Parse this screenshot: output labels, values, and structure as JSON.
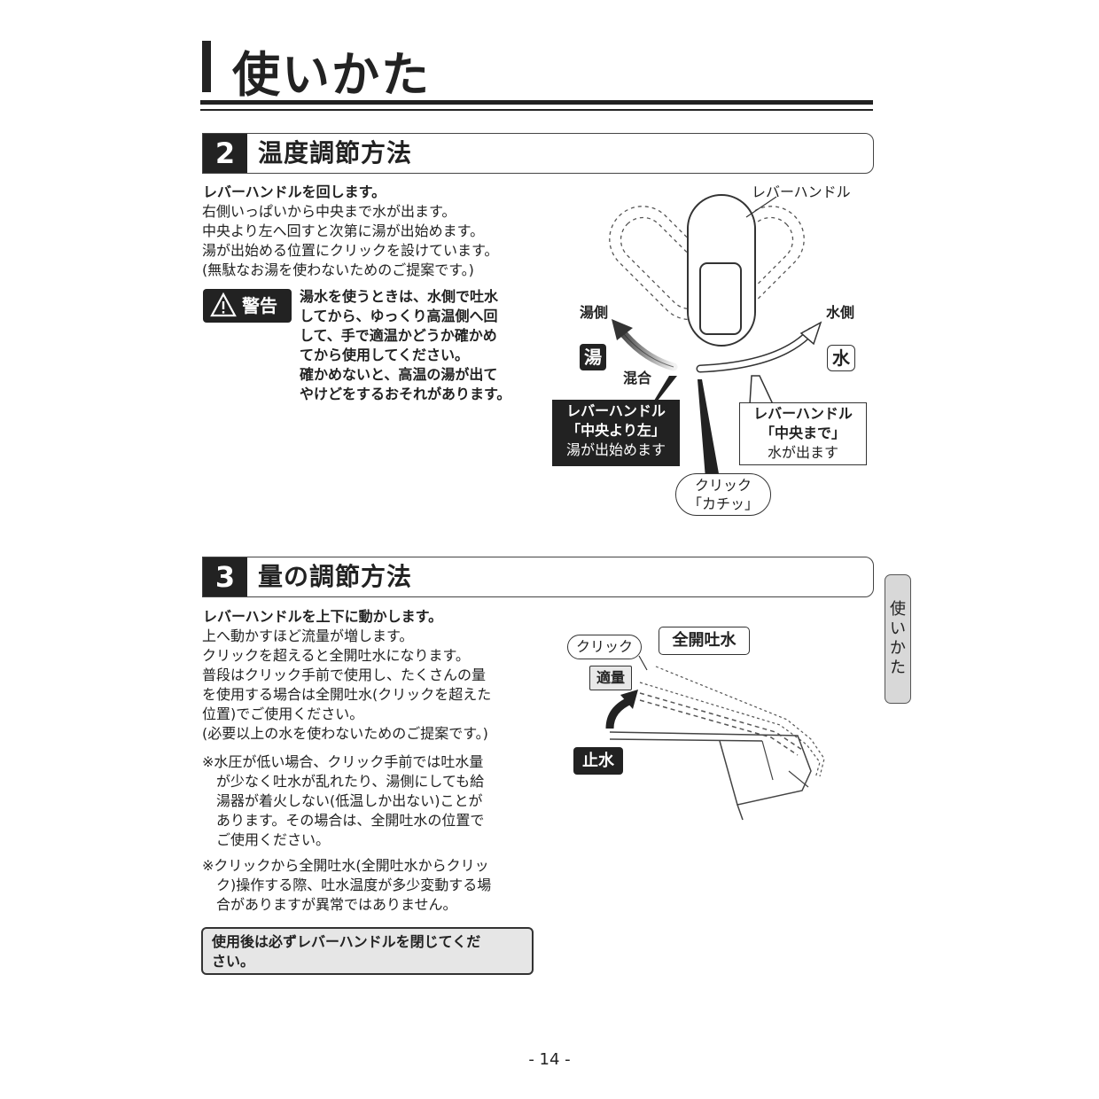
{
  "page": {
    "title": "使いかた",
    "number": "- 14 -",
    "side_tab": [
      "使",
      "い",
      "か",
      "た"
    ]
  },
  "section2": {
    "number": "2",
    "title": "温度調節方法",
    "lead": "レバーハンドルを回します。",
    "body": [
      "右側いっぱいから中央まで水が出ます。",
      "中央より左へ回すと次第に湯が出始めます。",
      "湯が出始める位置にクリックを設けています。",
      "(無駄なお湯を使わないためのご提案です。)"
    ],
    "warning_label": "警告",
    "warning_text": [
      "湯水を使うときは、水側で吐水",
      "してから、ゆっくり高温側へ回",
      "して、手で適温かどうか確かめ",
      "てから使用してください。",
      "確かめないと、高温の湯が出て",
      "やけどをするおそれがあります。"
    ],
    "diagram": {
      "lever_label": "レバーハンドル",
      "hot_side": "湯側",
      "cold_side": "水側",
      "hot_badge": "湯",
      "cold_badge": "水",
      "mix_label": "混合",
      "callout_left": [
        "レバーハンドル",
        "「中央より左」",
        "湯が出始めます"
      ],
      "callout_right": [
        "レバーハンドル",
        "「中央まで」",
        "水が出ます"
      ],
      "click_bubble": [
        "クリック",
        "「カチッ」"
      ]
    }
  },
  "section3": {
    "number": "3",
    "title": "量の調節方法",
    "lead": "レバーハンドルを上下に動かします。",
    "body": [
      "上へ動かすほど流量が増します。",
      "クリックを超えると全開吐水になります。",
      "普段はクリック手前で使用し、たくさんの量",
      "を使用する場合は全開吐水(クリックを超えた",
      "位置)でご使用ください。",
      "(必要以上の水を使わないためのご提案です。)"
    ],
    "note1": [
      "※水圧が低い場合、クリック手前では吐水量",
      "　が少なく吐水が乱れたり、湯側にしても給",
      "　湯器が着火しない(低温しか出ない)ことが",
      "　あります。その場合は、全開吐水の位置で",
      "　ご使用ください。"
    ],
    "note2": [
      "※クリックから全開吐水(全開吐水からクリッ",
      "　ク)操作する際、吐水温度が多少変動する場",
      "　合がありますが異常ではありません。"
    ],
    "bottom_note": [
      "使用後は必ずレバーハンドルを閉じてくだ",
      "さい。"
    ],
    "diagram": {
      "click_label": "クリック",
      "full_open": "全開吐水",
      "proper": "適量",
      "stop": "止水"
    }
  }
}
